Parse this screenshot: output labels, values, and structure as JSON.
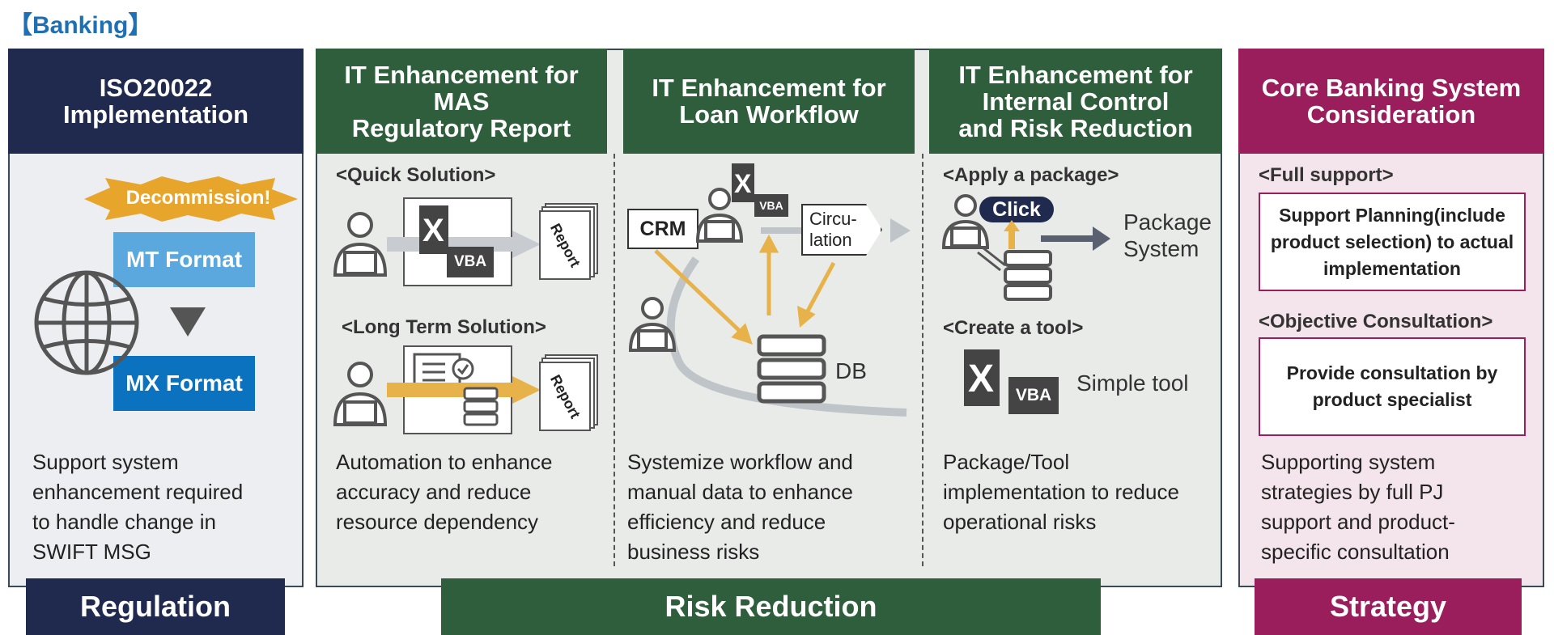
{
  "page_tag": "【Banking】",
  "panels": [
    {
      "title": "ISO20022\nImplementation",
      "desc": "Support system\nenhancement required\nto handle change in\nSWIFT MSG"
    },
    {
      "title": "IT Enhancement for\nMAS\nRegulatory Report",
      "desc": "Automation to enhance\naccuracy and reduce\nresource dependency"
    },
    {
      "title": "IT Enhancement for\nLoan Workflow",
      "desc": "Systemize workflow and\nmanual data to enhance\nefficiency and reduce\nbusiness risks"
    },
    {
      "title": "IT Enhancement for\nInternal Control\nand Risk Reduction",
      "desc": "Package/Tool\nimplementation to reduce\noperational risks"
    },
    {
      "title": "Core Banking System\nConsideration",
      "desc": "Supporting system\nstrategies by full PJ\nsupport and product-\nspecific consultation"
    }
  ],
  "iso": {
    "decommission": "Decommission!",
    "mt": "MT Format",
    "mx": "MX Format"
  },
  "mas": {
    "quick": "<Quick Solution>",
    "long": "<Long Term Solution>",
    "report": "Report",
    "vba": "VBA"
  },
  "loan": {
    "crm": "CRM",
    "circulation": "Circu-\nlation",
    "db": "DB",
    "vba": "VBA"
  },
  "internal": {
    "apply": "<Apply a package>",
    "click": "Click",
    "package": "Package\nSystem",
    "create": "<Create a tool>",
    "simple": "Simple tool",
    "vba": "VBA"
  },
  "core": {
    "full": "<Full support>",
    "full_box": "Support Planning(include\nproduct selection) to actual\nimplementation",
    "objective": "<Objective Consultation>",
    "objective_box": "Provide consultation by\nproduct specialist"
  },
  "categories": {
    "regulation": "Regulation",
    "risk": "Risk Reduction",
    "strategy": "Strategy"
  },
  "colors": {
    "navy": "#1f2a4e",
    "green": "#2e5e3b",
    "magenta": "#9a1d5c",
    "blue_tag": "#1f6fb5",
    "orange": "#e8b24a",
    "mt_blue": "#5aa8de",
    "mx_blue": "#0b72c0"
  },
  "icons": [
    "globe-icon",
    "person-icon",
    "excel-icon",
    "report-icon",
    "database-icon",
    "arrow-icon"
  ]
}
